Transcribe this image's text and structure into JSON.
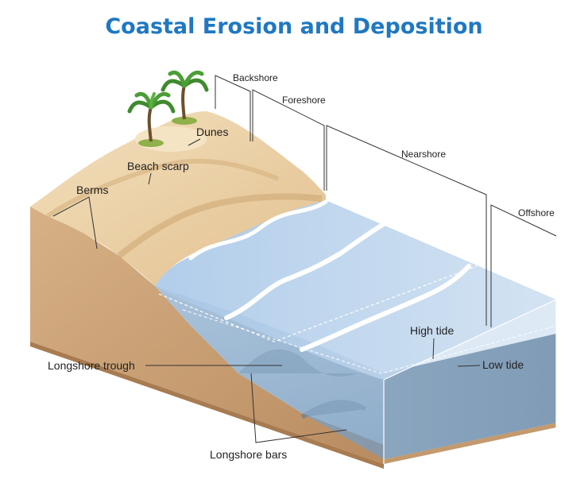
{
  "title": "Coastal Erosion and Deposition",
  "zones": {
    "backshore": "Backshore",
    "foreshore": "Foreshore",
    "nearshore": "Nearshore",
    "offshore": "Offshore"
  },
  "labels": {
    "dunes": "Dunes",
    "beach_scarp": "Beach scarp",
    "berms": "Berms",
    "high_tide": "High tide",
    "low_tide": "Low tide",
    "longshore_trough": "Longshore trough",
    "longshore_bars": "Longshore bars"
  },
  "colors": {
    "title": "#1f78c1",
    "sand": "#ecd3a7",
    "soil": "#cfa57a",
    "water": "#9cc1e3",
    "foam": "#ffffff"
  }
}
